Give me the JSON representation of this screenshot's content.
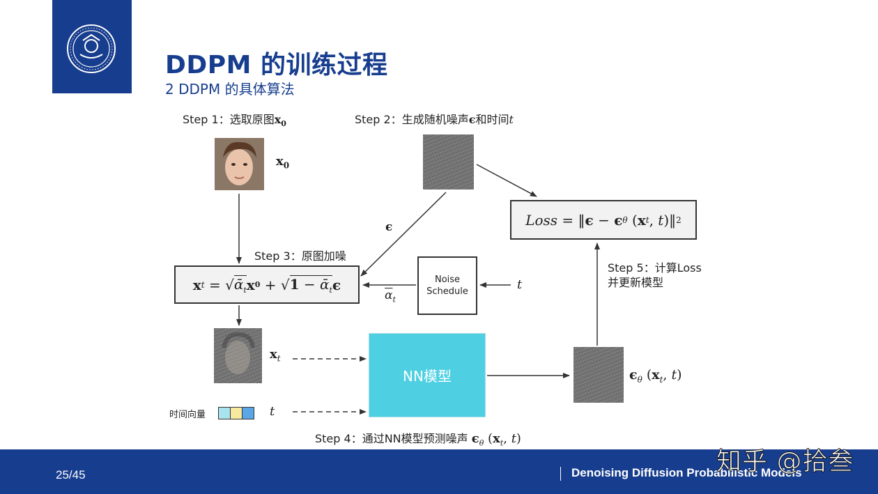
{
  "slide": {
    "title": "DDPM 的训练过程",
    "subtitle_num": "2",
    "subtitle_text": "DDPM 的具体算法"
  },
  "diagram": {
    "step1": {
      "label": "Step 1：选取原图",
      "symbol": "x",
      "sub": "0"
    },
    "step2": {
      "label": "Step 2：生成随机噪声",
      "eps": "ϵ",
      "mid": "和时间",
      "t": "t"
    },
    "step3": {
      "label": "Step 3：原图加噪"
    },
    "step4": {
      "label": "Step 4：通过NN模型预测噪声"
    },
    "step5": {
      "line1": "Step 5：计算Loss",
      "line2": "并更新模型"
    },
    "x0_label": "x",
    "x0_sub": "0",
    "eps_label": "ϵ",
    "alpha_label": "α",
    "alpha_sub": "t",
    "t_label": "t",
    "xt_label": "x",
    "xt_sub": "t",
    "time_vector_label": "时间向量",
    "time_vector_colors": [
      "#a9e3f0",
      "#f7e9a0",
      "#5aa6e6"
    ],
    "time_t_label": "t",
    "noise_schedule_line1": "Noise",
    "noise_schedule_line2": "Schedule",
    "nn_model_label": "NN模型",
    "loss_word": "Loss",
    "eq_xt_sub": "t",
    "eq_one": "1",
    "pred_eps": "ϵ",
    "pred_theta": "θ"
  },
  "footer": {
    "page": "25/45",
    "course": "Denoising Diffusion Probabilistic Models"
  },
  "watermark": "知乎 @拾叁",
  "colors": {
    "brand": "#173d8e",
    "nn_box": "#4fd0e2"
  }
}
